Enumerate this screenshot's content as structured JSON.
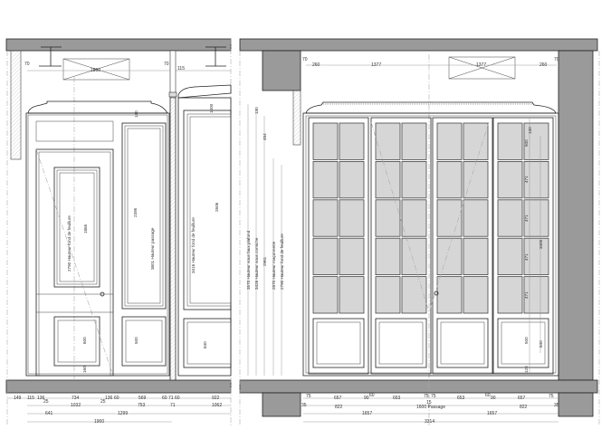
{
  "colors": {
    "slab": "#9a9a9a",
    "glass": "#d6d6d6",
    "line": "#222222"
  },
  "left": {
    "top": {
      "light_width": "1860",
      "offset_a": "70",
      "offset_b": "70",
      "offset_c": "115"
    },
    "vertical": {
      "door_rebate": "2790 Hauteur fond de feuillure",
      "door_panel": "1865",
      "panel_height": "2395",
      "passage": "3601 Hauteur passage",
      "right_rebate": "3416 Hauteur fond de feuillure",
      "right_panel": "2606",
      "cornice_a": "130",
      "cornice_b": "1000",
      "lower_a": "500",
      "lower_b": "600",
      "lower_c": "840",
      "base_a": "160"
    },
    "bottom": {
      "row1": [
        "149",
        "115",
        "136",
        "25",
        "734",
        "25",
        "136",
        "60",
        "569",
        "60",
        "71",
        "60",
        "922"
      ],
      "row2": [
        "1032",
        "753",
        "71",
        "1062"
      ],
      "row3": [
        "641",
        "1299"
      ],
      "row4": [
        "1900"
      ]
    }
  },
  "middle": {
    "vertical": [
      "3570 Hauteur sous faux plafond",
      "3426 Hauteur sous corniche",
      "130",
      "484",
      "2961",
      "2870 Hauteur maçonnerie",
      "2790 Hauteur fond de feuillure"
    ]
  },
  "right": {
    "top": [
      "70",
      "260",
      "1377",
      "1377",
      "260",
      "70"
    ],
    "vertical": [
      "130",
      "500",
      "471",
      "471",
      "471",
      "471",
      "3400",
      "500",
      "840",
      "120"
    ],
    "bottom": {
      "row1": [
        "75",
        "657",
        "90",
        "60",
        "653",
        "75",
        "75",
        "653",
        "60",
        "90",
        "657",
        "75"
      ],
      "row2": [
        "35",
        "822",
        "15",
        "1600 Passage",
        "822",
        "35"
      ],
      "row3": [
        "1657",
        "1657"
      ],
      "row4": [
        "3314"
      ]
    }
  }
}
